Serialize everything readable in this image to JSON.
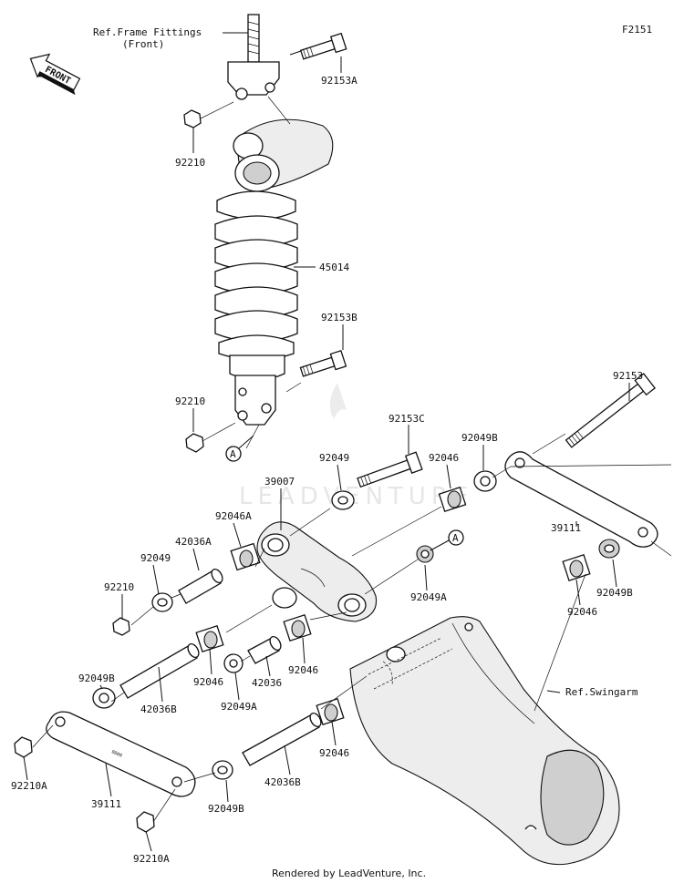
{
  "figure_code": "F2151",
  "footer": "Rendered by LeadVenture, Inc.",
  "watermark": "LEADVENTURE",
  "front_arrow": "FRONT",
  "references": {
    "frame_fittings_1": "Ref.Frame Fittings",
    "frame_fittings_2": "(Front)",
    "swingarm": "Ref.Swingarm",
    "connector_a_1": "A",
    "connector_a_2": "A"
  },
  "parts": {
    "p92153a": "92153A",
    "p92210_top": "92210",
    "p45014": "45014",
    "p92153b": "92153B",
    "p92210_mid": "92210",
    "p92153": "92153",
    "p92153c": "92153C",
    "p92049b_top": "92049B",
    "p92049_top": "92049",
    "p92046_top": "92046",
    "p39007": "39007",
    "p92046a": "92046A",
    "p42036a": "42036A",
    "p92049_left": "92049",
    "p92210_left": "92210",
    "p39111_right": "39111",
    "p92049b_right": "92049B",
    "p92046_right": "92046",
    "p92049a_center": "92049A",
    "p92049b_left": "92049B",
    "p92046_b1": "92046",
    "p42036": "42036",
    "p92046_b2": "92046",
    "p42036b_left": "42036B",
    "p92049a_bottom": "92049A",
    "p92046_b3": "92046",
    "p92210a_left": "92210A",
    "p39111_left": "39111",
    "p42036b_bottom": "42036B",
    "p92049b_bottom": "92049B",
    "p92210a_bottom": "92210A"
  }
}
